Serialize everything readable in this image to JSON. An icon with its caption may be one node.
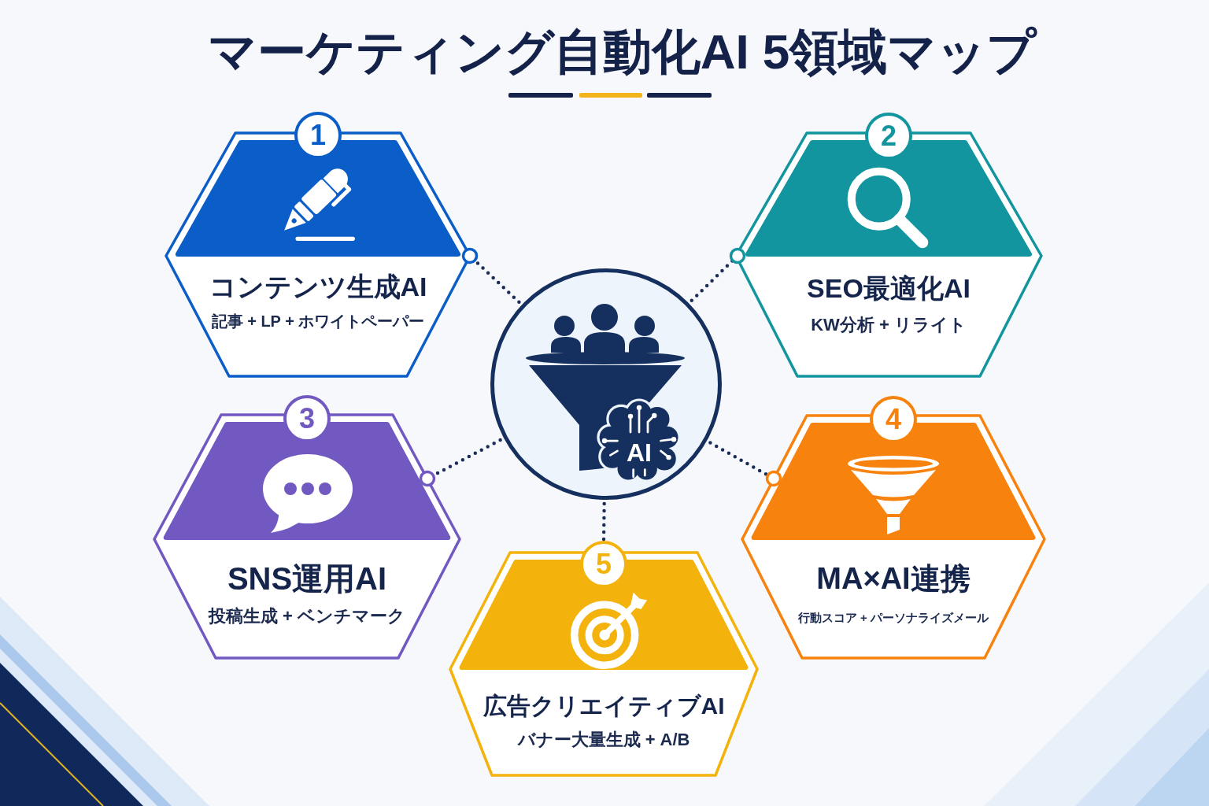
{
  "diagram": {
    "title": "マーケティング自動化AI 5領域マップ",
    "nodes": [
      {
        "text": [
          "1",
          "コンテンツ生成AI",
          "記事 + LP + ホワイトペーパー"
        ]
      },
      {
        "text": [
          "2",
          "SEO最適化AI",
          "KW分析 + リライト"
        ]
      },
      {
        "text": [
          "AI"
        ]
      },
      {
        "text": [
          "3",
          "SNS運用AI",
          "投稿生成 + ベンチマーク"
        ]
      },
      {
        "text": [
          "4",
          "MA×AI連携",
          "行動スコア + パーソナライズメール"
        ]
      },
      {
        "text": [
          "5",
          "広告クリエイティブAI",
          "バナー大量生成 + A/B"
        ]
      }
    ],
    "edges": [
      {
        "from": 2,
        "to": 0,
        "arrow": "other",
        "style": "dashed"
      },
      {
        "from": 2,
        "to": 1,
        "arrow": "other",
        "style": "dashed"
      },
      {
        "from": 2,
        "to": 3,
        "arrow": "other",
        "style": "dashed"
      },
      {
        "from": 2,
        "to": 4,
        "arrow": "other",
        "style": "dashed"
      },
      {
        "from": 2,
        "to": 5,
        "arrow": "none",
        "style": "dashed"
      }
    ]
  }
}
